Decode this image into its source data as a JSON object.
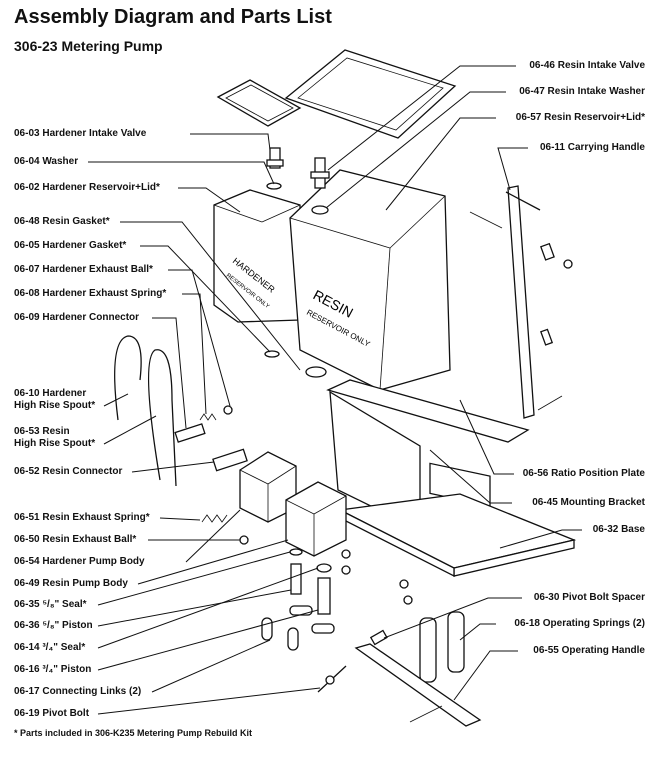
{
  "header": {
    "title": "Assembly Diagram and Parts List",
    "subtitle": "306-23 Metering Pump"
  },
  "drawing": {
    "resin_text": "RESIN",
    "resin_sub": "RESERVOIR ONLY",
    "hardener_text": "HARDENER",
    "hardener_sub": "RESERVOIR ONLY"
  },
  "labels_left": [
    {
      "id": "l1",
      "text": "06-03 Hardener Intake Valve"
    },
    {
      "id": "l2",
      "text": "06-04 Washer"
    },
    {
      "id": "l3",
      "text": "06-02 Hardener Reservoir+Lid*"
    },
    {
      "id": "l4",
      "text": "06-48 Resin Gasket*"
    },
    {
      "id": "l5",
      "text": "06-05 Hardener Gasket*"
    },
    {
      "id": "l6",
      "text": "06-07 Hardener Exhaust Ball*"
    },
    {
      "id": "l7",
      "text": "06-08 Hardener Exhaust Spring*"
    },
    {
      "id": "l8",
      "text": "06-09 Hardener Connector"
    },
    {
      "id": "l9a",
      "text": "06-10 Hardener"
    },
    {
      "id": "l9b",
      "text": "High Rise Spout*"
    },
    {
      "id": "l10a",
      "text": "06-53 Resin"
    },
    {
      "id": "l10b",
      "text": "High Rise Spout*"
    },
    {
      "id": "l11",
      "text": "06-52 Resin Connector"
    },
    {
      "id": "l12",
      "text": "06-51 Resin Exhaust Spring*"
    },
    {
      "id": "l13",
      "text": "06-50 Resin Exhaust Ball*"
    },
    {
      "id": "l14",
      "text": "06-54 Hardener Pump Body"
    },
    {
      "id": "l15",
      "text": "06-49 Resin Pump Body"
    },
    {
      "id": "l16",
      "text": "06-35 ⁵/₈\" Seal*"
    },
    {
      "id": "l17",
      "text": "06-36 ⁵/₈\" Piston"
    },
    {
      "id": "l18",
      "text": "06-14 ³/₄\" Seal*"
    },
    {
      "id": "l19",
      "text": "06-16 ³/₄\" Piston"
    },
    {
      "id": "l20",
      "text": "06-17 Connecting Links (2)"
    },
    {
      "id": "l21",
      "text": "06-19 Pivot Bolt"
    }
  ],
  "labels_right": [
    {
      "id": "r1",
      "text": "06-46 Resin Intake Valve"
    },
    {
      "id": "r2",
      "text": "06-47 Resin Intake Washer"
    },
    {
      "id": "r3",
      "text": "06-57 Resin Reservoir+Lid*"
    },
    {
      "id": "r4",
      "text": "06-11 Carrying Handle"
    },
    {
      "id": "r5",
      "text": "06-56 Ratio Position Plate"
    },
    {
      "id": "r6",
      "text": "06-45 Mounting Bracket"
    },
    {
      "id": "r7",
      "text": "06-32 Base"
    },
    {
      "id": "r8",
      "text": "06-30 Pivot Bolt Spacer"
    },
    {
      "id": "r9",
      "text": "06-18 Operating Springs (2)"
    },
    {
      "id": "r10",
      "text": "06-55 Operating Handle"
    }
  ],
  "footnote": "* Parts included in 306-K235 Metering Pump Rebuild Kit"
}
